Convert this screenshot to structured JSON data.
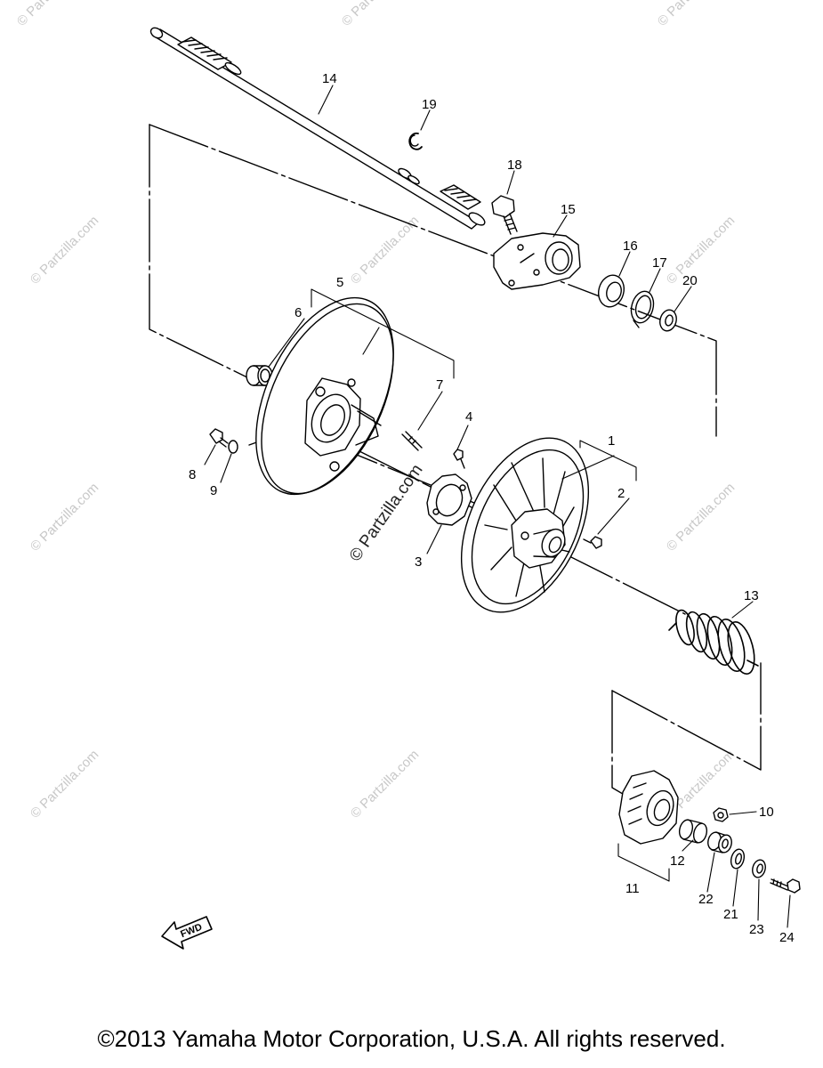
{
  "part_labels": [
    "1",
    "2",
    "3",
    "4",
    "5",
    "6",
    "7",
    "8",
    "9",
    "10",
    "11",
    "12",
    "13",
    "14",
    "15",
    "16",
    "17",
    "18",
    "19",
    "20",
    "21",
    "22",
    "23",
    "24"
  ],
  "fwd_label": "FWD",
  "watermark_text": "© Partzilla.com",
  "copyright": "©2013 Yamaha Motor Corporation, U.S.A. All rights reserved."
}
